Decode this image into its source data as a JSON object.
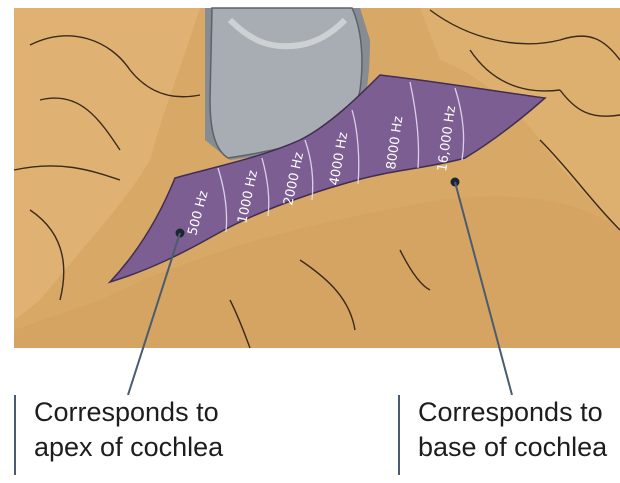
{
  "frequency_labels": [
    "500 Hz",
    "1000 Hz",
    "2000 Hz",
    "4000 Hz",
    "8000 Hz",
    "16,000 Hz"
  ],
  "callouts": {
    "apex": {
      "line1": "Corresponds to",
      "line2": "apex of cochlea"
    },
    "base": {
      "line1": "Corresponds to",
      "line2": "base of cochlea"
    }
  },
  "colors": {
    "tissue": "#d9a868",
    "membrane": "#7d5e93",
    "instrument": "#a7acb2",
    "leader": "#4a5c6e"
  }
}
